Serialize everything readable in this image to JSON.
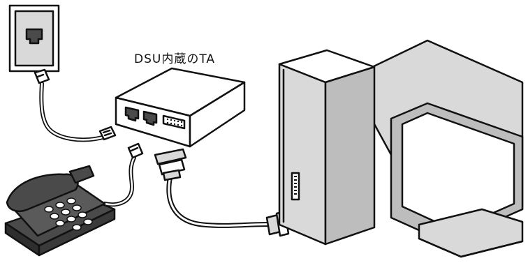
{
  "diagram": {
    "ta_label": "DSU内蔵のTA",
    "colors": {
      "outline": "#111111",
      "light_fill": "#d9d9d9",
      "mid_fill": "#bdbdbd",
      "dark_fill": "#4a4a4a",
      "white": "#ffffff"
    },
    "nodes": [
      {
        "name": "wall-jack",
        "icon": "wall-socket-icon"
      },
      {
        "name": "dsu-ta-unit",
        "icon": "terminal-adapter-icon"
      },
      {
        "name": "telephone",
        "icon": "desk-phone-icon"
      },
      {
        "name": "computer-tower",
        "icon": "pc-tower-icon"
      },
      {
        "name": "monitor",
        "icon": "crt-monitor-icon"
      }
    ],
    "links": [
      {
        "from": "wall-jack",
        "to": "dsu-ta-unit",
        "cable": "modular-line-cable"
      },
      {
        "from": "dsu-ta-unit",
        "to": "telephone",
        "cable": "modular-line-cable"
      },
      {
        "from": "dsu-ta-unit",
        "to": "computer-tower",
        "cable": "serial-cable"
      }
    ]
  }
}
